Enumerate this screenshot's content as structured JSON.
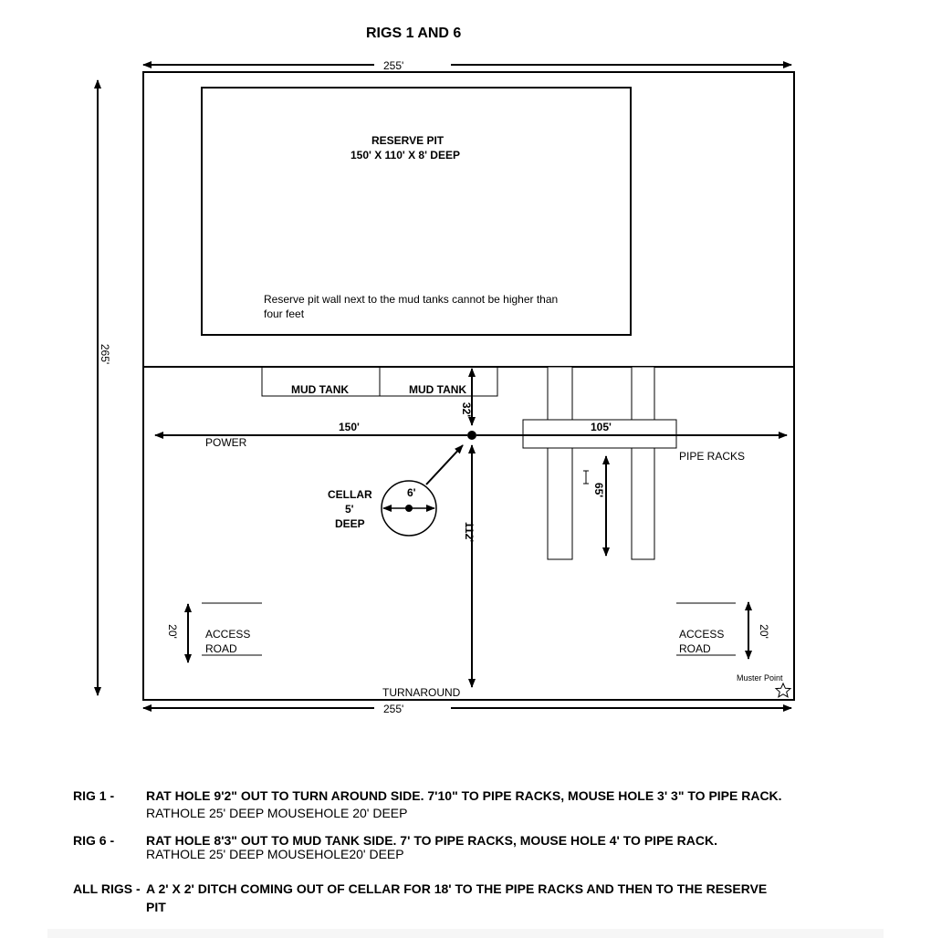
{
  "title": "RIGS 1 AND 6",
  "dimensions": {
    "top_width": "255'",
    "bottom_width": "255'",
    "left_height": "265'",
    "power_run": "150'",
    "pipe_run": "105'",
    "mud_tank_offset": "32'",
    "turnaround_run": "112'",
    "cellar_diameter": "6'",
    "pipe_rack_length": "65'",
    "access_road_left": "20'",
    "access_road_right": "20'"
  },
  "reserve_pit": {
    "name": "RESERVE PIT",
    "size": "150' X 110' X 8' DEEP",
    "note_line1": "Reserve pit wall next to the mud tanks cannot be higher than",
    "note_line2": "four feet"
  },
  "mud_tanks": [
    "MUD TANK",
    "MUD TANK"
  ],
  "labels": {
    "power": "POWER",
    "pipe_racks": "PIPE RACKS",
    "turnaround": "TURNAROUND",
    "muster_point": "Muster Point",
    "access_road_left": [
      "ACCESS",
      "ROAD"
    ],
    "access_road_right": [
      "ACCESS",
      "ROAD"
    ]
  },
  "cellar": {
    "line1": "CELLAR",
    "line2": "5'",
    "line3": "DEEP"
  },
  "notes": [
    {
      "label": "RIG 1 -",
      "line1": "RAT HOLE 9'2\" OUT TO TURN AROUND SIDE. 7'10\" TO PIPE RACKS, MOUSE HOLE 3' 3\" TO PIPE RACK.",
      "line2": "RATHOLE 25' DEEP  MOUSEHOLE 20' DEEP"
    },
    {
      "label": "RIG 6 -",
      "line1": "RAT HOLE 8'3\" OUT TO MUD TANK SIDE. 7' TO PIPE RACKS, MOUSE HOLE 4' TO PIPE RACK.",
      "line2": "RATHOLE 25' DEEP  MOUSEHOLE20' DEEP"
    },
    {
      "label": "ALL RIGS -",
      "line1": "A 2' X 2' DITCH COMING OUT OF CELLAR FOR 18' TO THE PIPE RACKS AND THEN TO THE RESERVE",
      "line2": "PIT"
    }
  ],
  "colors": {
    "ink": "#000000",
    "paper": "#ffffff"
  }
}
